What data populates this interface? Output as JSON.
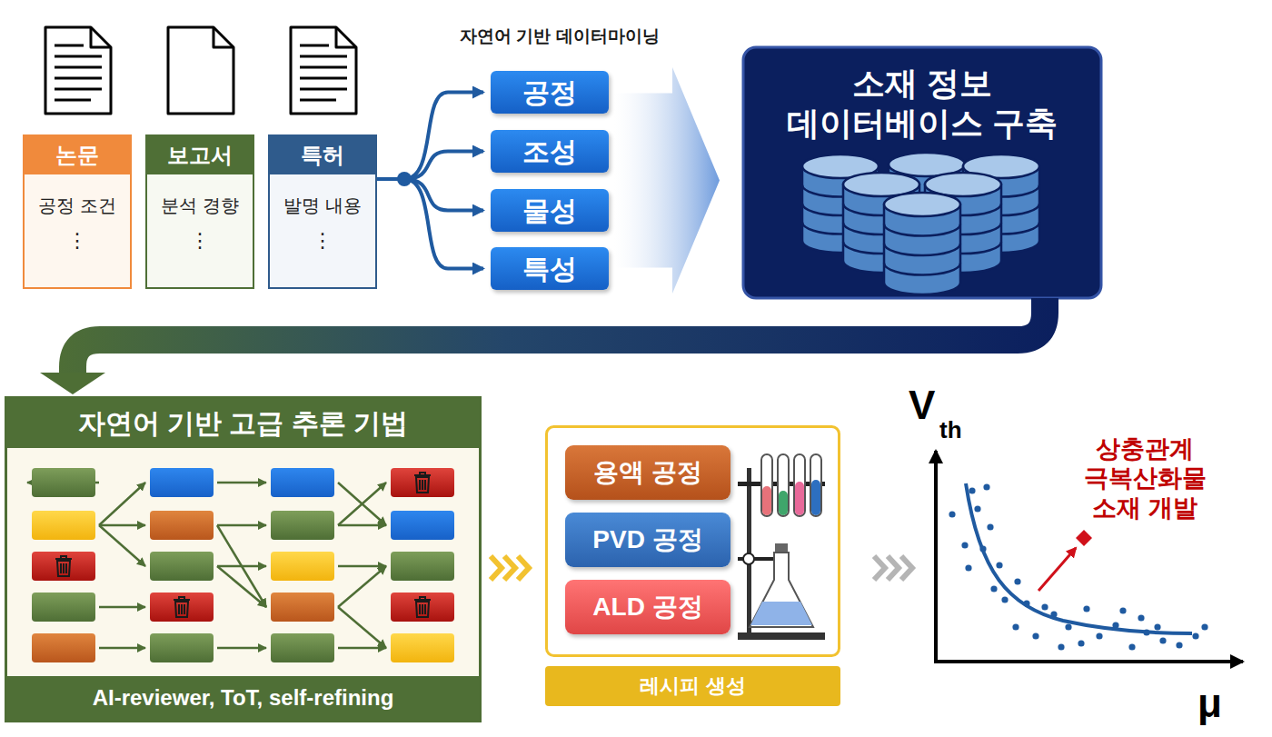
{
  "diagram": {
    "nodes": [
      {
        "text": [
          "논문",
          "공정 조건",
          "⋮"
        ]
      },
      {
        "text": [
          "보고서",
          "분석 경향",
          "⋮"
        ]
      },
      {
        "text": [
          "특허",
          "발명 내용",
          "⋮"
        ]
      },
      {
        "text": [
          "공정"
        ]
      },
      {
        "text": [
          "조성"
        ]
      },
      {
        "text": [
          "물성"
        ]
      },
      {
        "text": [
          "특성"
        ]
      },
      {
        "text": [
          "소재 정보 데이터베이스 구축"
        ]
      },
      {
        "text": [
          "자연어 기반 고급 추론 기법",
          "AI-reviewer, ToT, self-refining"
        ]
      },
      {
        "text": [
          "레시피 생성"
        ]
      },
      {
        "text": [
          "용액 공정"
        ],
        "in": 9
      },
      {
        "text": [
          "PVD 공정"
        ],
        "in": 9
      },
      {
        "text": [
          "ALD 공정"
        ],
        "in": 9
      }
    ],
    "edges": [
      {
        "from": 2,
        "to": 3,
        "arrow": "to"
      },
      {
        "from": 2,
        "to": 4,
        "arrow": "to"
      },
      {
        "from": 2,
        "to": 5,
        "arrow": "to"
      },
      {
        "from": 2,
        "to": 6,
        "arrow": "to"
      },
      {
        "from": 4,
        "to": 7,
        "arrow": "to"
      },
      {
        "from": 7,
        "to": 8,
        "arrow": "to"
      },
      {
        "from": 8,
        "to": 9,
        "arrow": "to"
      }
    ],
    "labels": [
      "자연어 기반 데이터마이닝",
      "V",
      "th",
      "μ",
      "상충관계 극복산화물 소재 개발"
    ]
  }
}
